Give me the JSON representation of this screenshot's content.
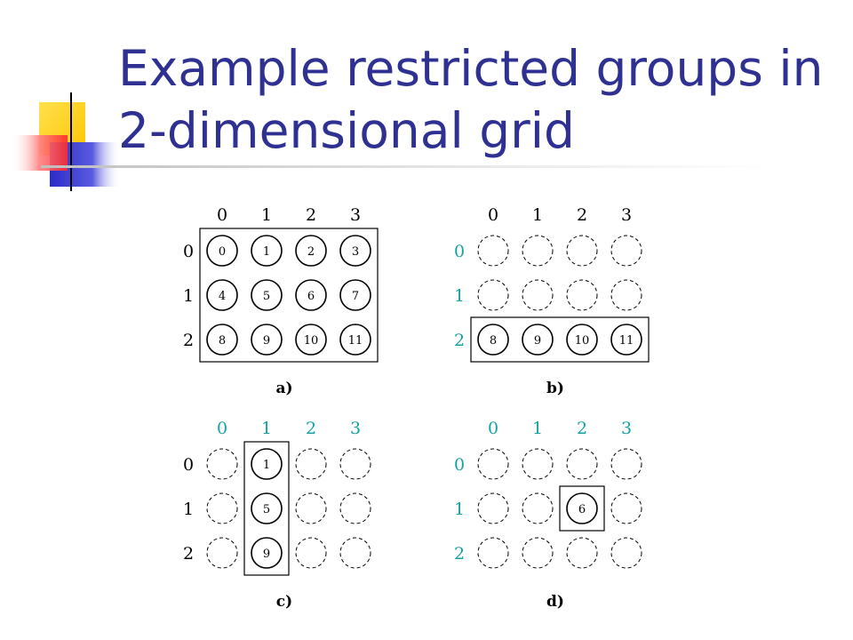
{
  "slide": {
    "title_line1": "Example restricted groups in",
    "title_line2": "2-dimensional grid"
  },
  "colors": {
    "title": "#2e3192",
    "axis_active": "#000000",
    "axis_inactive": "#13a3a3",
    "deco_yellow": "#ffd200",
    "deco_blue": "#3333cc",
    "deco_red": "#ff3333"
  },
  "grid": {
    "columns": [
      "0",
      "1",
      "2",
      "3"
    ],
    "rows": [
      "0",
      "1",
      "2"
    ],
    "node_labels": [
      "0",
      "1",
      "2",
      "3",
      "4",
      "5",
      "6",
      "7",
      "8",
      "9",
      "10",
      "11"
    ]
  },
  "panels": [
    {
      "id": "a",
      "caption": "a)",
      "highlight_rows": [
        0,
        1,
        2
      ],
      "highlight_cols": [
        0,
        1,
        2,
        3
      ],
      "col_axis": "active",
      "row_axis": "active"
    },
    {
      "id": "b",
      "caption": "b)",
      "highlight_rows": [
        2
      ],
      "highlight_cols": [
        0,
        1,
        2,
        3
      ],
      "col_axis": "active",
      "row_axis": "inactive"
    },
    {
      "id": "c",
      "caption": "c)",
      "highlight_rows": [
        0,
        1,
        2
      ],
      "highlight_cols": [
        1
      ],
      "col_axis": "inactive",
      "row_axis": "active"
    },
    {
      "id": "d",
      "caption": "d)",
      "highlight_rows": [
        1
      ],
      "highlight_cols": [
        2
      ],
      "col_axis": "inactive",
      "row_axis": "inactive"
    }
  ]
}
